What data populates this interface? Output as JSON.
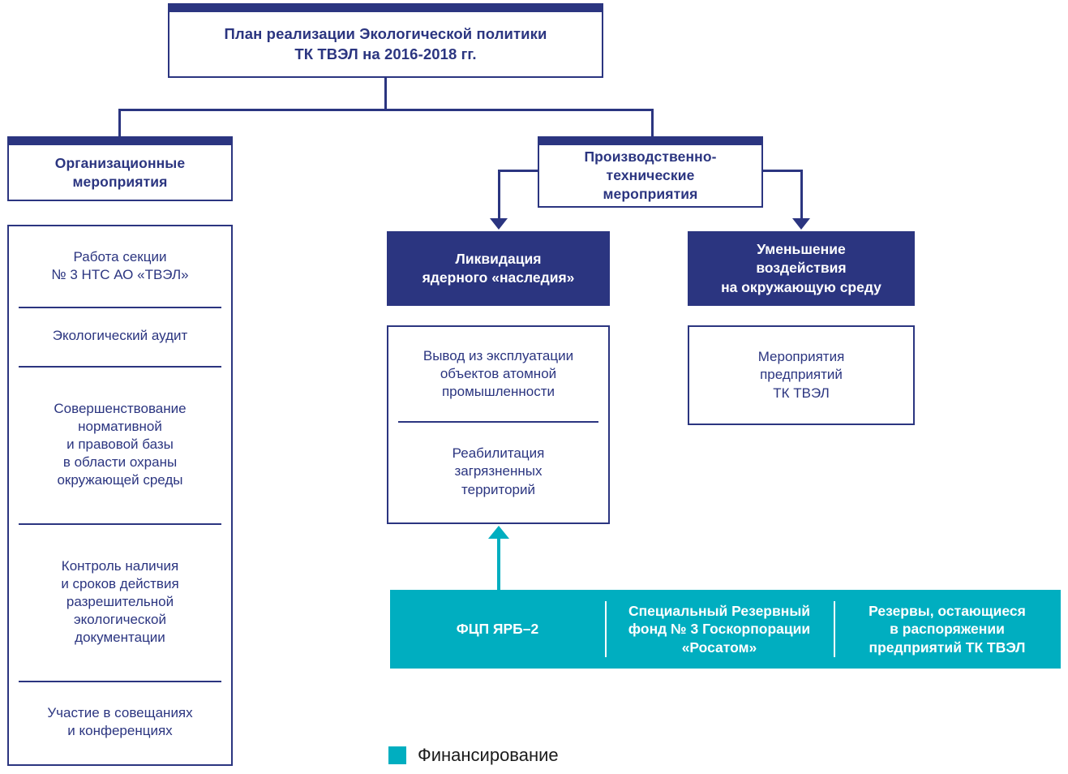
{
  "diagram": {
    "title_box": {
      "text": "План реализации Экологической политики\nТК ТВЭЛ на 2016-2018 гг."
    },
    "branches": {
      "organizational": {
        "header": "Организационные\nмероприятия",
        "items": [
          "Работа секции\n№ 3 НТС АО «ТВЭЛ»",
          "Экологический аудит",
          "Совершенствование\nнормативной\nи правовой базы\nв области охраны\nокружающей среды",
          "Контроль наличия\nи сроков действия\nразрешительной\nэкологической\nдокументации",
          "Участие в совещаниях\nи конференциях"
        ]
      },
      "production_technical": {
        "header": "Производственно-\nтехнические\nмероприятия",
        "subbranches": [
          {
            "header": "Ликвидация\nядерного «наследия»",
            "items": [
              "Вывод из эксплуатации\nобъектов атомной\nпромышленности",
              "Реабилитация\nзагрязненных\nтерриторий"
            ]
          },
          {
            "header": "Уменьшение\nвоздействия\nна окружающую среду",
            "items": [
              "Мероприятия\nпредприятий\nТК ТВЭЛ"
            ]
          }
        ]
      }
    },
    "financing_bar": {
      "segments": [
        "ФЦП ЯРБ–2",
        "Специальный Резервный\nфонд № 3 Госкорпорации\n«Росатом»",
        "Резервы, остающиеся\nв распоряжении\nпредприятий ТК ТВЭЛ"
      ]
    },
    "legend": {
      "label": "Финансирование",
      "color": "#00aec0"
    },
    "colors": {
      "dark_blue": "#2b3580",
      "teal": "#00aec0",
      "white": "#ffffff"
    }
  }
}
